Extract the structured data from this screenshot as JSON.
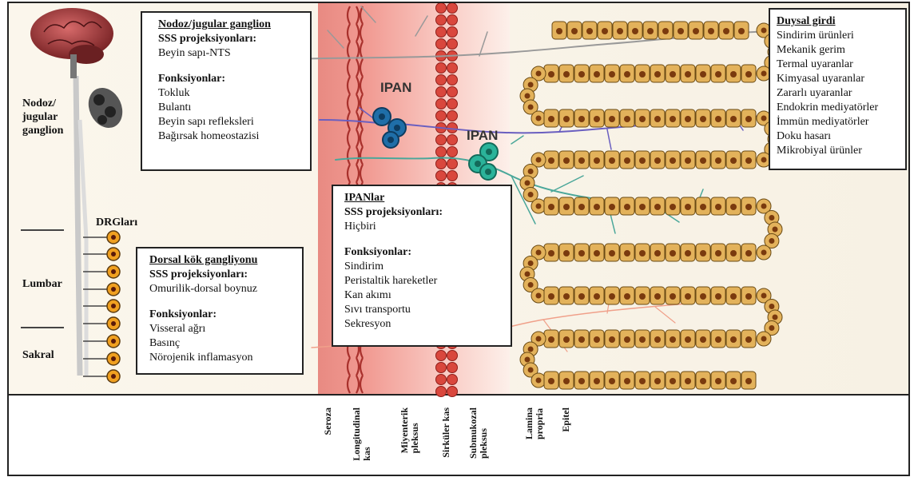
{
  "nodoz_box": {
    "title": "Nodoz/jugular ganglion",
    "sss_heading": "SSS projeksiyonları:",
    "sss_value": "Beyin sapı-NTS",
    "func_heading": "Fonksiyonlar:",
    "functions": [
      "Tokluk",
      "Bulantı",
      "Beyin sapı refleksleri",
      "Bağırsak homeostazisi"
    ]
  },
  "dorsal_box": {
    "title": "Dorsal kök gangliyonu",
    "sss_heading": "SSS projeksiyonları:",
    "sss_value": "Omurilik-dorsal boynuz",
    "func_heading": "Fonksiyonlar:",
    "functions": [
      "Visseral ağrı",
      "Basınç",
      "Nörojenik inflamasyon"
    ]
  },
  "ipan_box": {
    "title": "IPANlar",
    "sss_heading": "SSS projeksiyonları:",
    "sss_value": "Hiçbiri",
    "func_heading": "Fonksiyonlar:",
    "functions": [
      "Sindirim",
      "Peristaltik hareketler",
      "Kan akımı",
      "Sıvı transportu",
      "Sekresyon"
    ]
  },
  "sensory_box": {
    "title": "Duysal girdi",
    "items": [
      "Sindirim ürünleri",
      "Mekanik gerim",
      "Termal uyaranlar",
      "Kimyasal uyaranlar",
      "Zararlı uyaranlar",
      "Endokrin mediyatörler",
      "İmmün mediyatörler",
      "Doku hasarı",
      "Mikrobiyal ürünler"
    ]
  },
  "side_labels": {
    "nodoz": [
      "Nodoz/",
      "jugular",
      "ganglion"
    ],
    "drg": "DRGları",
    "lumbar": "Lumbar",
    "sakral": "Sakral"
  },
  "ipan_labels": [
    "IPAN",
    "IPAN"
  ],
  "layer_labels": [
    [
      "Seroza"
    ],
    [
      "Longitudinal",
      "kas"
    ],
    [
      "Miyenterik",
      "pleksus"
    ],
    [
      "Sirküler kas"
    ],
    [
      "Submukozal",
      "pleksus"
    ],
    [
      "Lamina",
      "propria"
    ],
    [
      "Epitel"
    ]
  ],
  "colors": {
    "serosa_band": "#e8807a",
    "muscle_dot": "#d9473d",
    "villus_cell": "#e3b25b",
    "nucleus": "#7a3a0e",
    "neuron_blue": "#1f6ea8",
    "neuron_teal": "#2bb39a",
    "nerve_purple": "#6a5fc0",
    "nerve_teal": "#4aa79a",
    "nerve_orange": "#f0a08a",
    "nerve_grey": "#999999"
  }
}
